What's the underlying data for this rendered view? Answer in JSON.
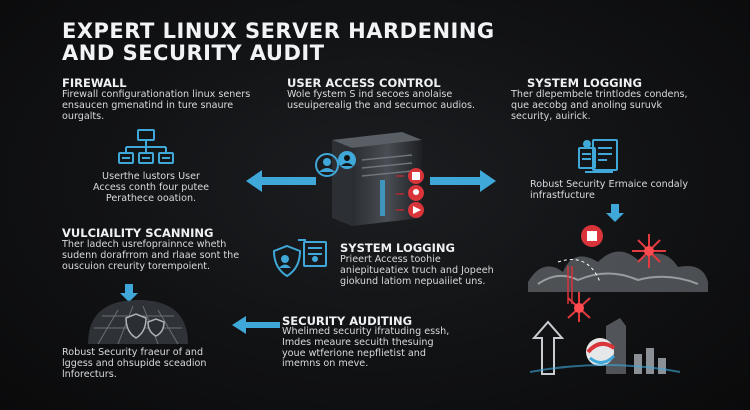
{
  "title": {
    "line1": "EXPERT LINUX SERVER HARDENING",
    "line2": "AND SECURITY AUDIT"
  },
  "sections": {
    "firewall": {
      "heading": "FIREWALL",
      "body": "Firewall configurationation linux seners ensaucen gmenatind in ture snaure ourgalts.",
      "caption": "Userthe lustors User Access conth four putee Perathece ooation."
    },
    "user_access": {
      "heading": "USER ACCESS CONTROL",
      "body": "Wole fystem S ind secoes anolaise useuiperealig the and secumoc audios."
    },
    "system_logging_top": {
      "heading": "SYSTEM LOGGING",
      "body": "Ther dlepembele trintlodes condens, que aecobg and anoling suruvk security, auirick.",
      "caption": "Robust Security Ermaice condaly infrastfucture"
    },
    "vulnerability": {
      "heading": "VULCIAILITY SCANNING",
      "body": "Ther ladech usrefoprainnce wheth sudenn dorafrrom and rlaae sont the ouscuion creurity torempoient.",
      "caption": "Robust Security fraeur of and lggess and ohsupide sceadion lnforecturs."
    },
    "system_logging_mid": {
      "heading": "SYSTEM LOGGING",
      "body": "Prieert Access toohie aniepitueatiex truch and Jopeeh giokund latiom nepuaiiiet uns."
    },
    "security_auditing": {
      "heading": "SECURITY AUDITING",
      "body": "Whelimed security ifratuding essh, Imdes meaure secuith thesuing youe wtferione nepflietist and imemns on meve."
    }
  },
  "icons": {
    "firewall": "network-diagram-icon",
    "server": "server-tower-icon",
    "user": "user-circle-icon",
    "logging": "log-document-icon",
    "shield": "shield-icon",
    "vulnerability": "shield-grid-icon",
    "threat": "threat-explosion-icon",
    "audit": "audit-arrows-icon"
  },
  "colors": {
    "accent_blue": "#3fa8d8",
    "alert_red": "#d8343a",
    "background": "#121315"
  }
}
